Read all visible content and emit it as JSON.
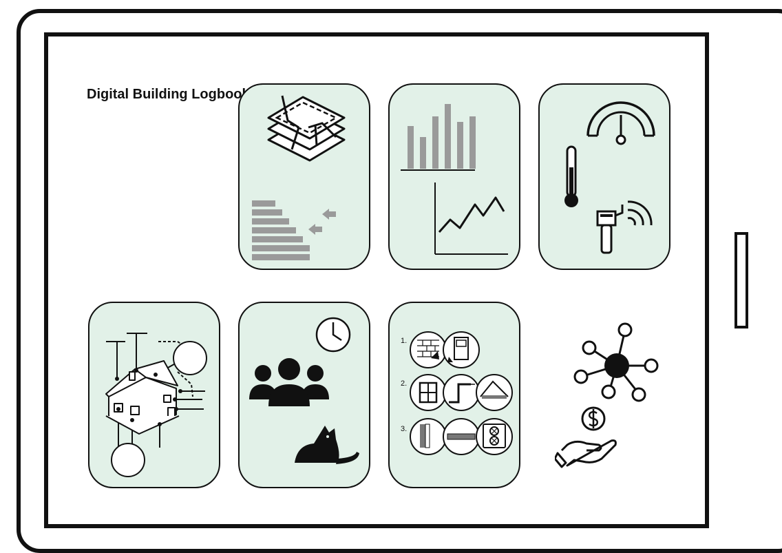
{
  "app": {
    "title": "Digital Building Logbook"
  },
  "colors": {
    "tile_fill": "#e2f1e8",
    "outline": "#111111",
    "bar_gray": "#9a9a9a"
  },
  "renovation_steps": {
    "step1": "1.",
    "step2": "2.",
    "step3": "3."
  },
  "icons": [
    "building-layers-icon",
    "energy-chart-icon",
    "sensor-monitoring-icon",
    "house-components-icon",
    "occupants-icon",
    "renovation-steps-icon",
    "network-hub-icon",
    "finance-hand-icon"
  ]
}
